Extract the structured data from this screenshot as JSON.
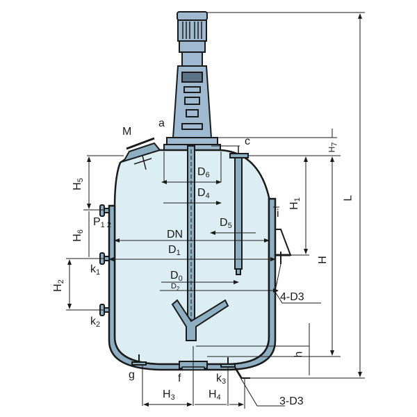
{
  "diagram": {
    "type": "engineering-drawing",
    "subject": "jacketed reactor vessel with agitator",
    "colors": {
      "vessel_fill": "#dceef3",
      "jacket_fill": "#8eaec2",
      "motor_fill": "#9fbad0",
      "line": "#1a1a1a",
      "background": "#ffffff"
    }
  },
  "labels": {
    "M": "M",
    "a": "a",
    "c": "c",
    "i": "i",
    "g": "g",
    "f": "f",
    "k1": {
      "base": "k",
      "sub": "1"
    },
    "k2": {
      "base": "k",
      "sub": "2"
    },
    "k3": {
      "base": "k",
      "sub": "3"
    },
    "P12": {
      "base": "P",
      "sub": "1 2"
    },
    "DN": "DN",
    "D1": {
      "base": "D",
      "sub": "1"
    },
    "D0": {
      "base": "D",
      "sub": "0"
    },
    "D2": {
      "base": "D",
      "sub": "2"
    },
    "D4": {
      "base": "D",
      "sub": "4"
    },
    "D5": {
      "base": "D",
      "sub": "5"
    },
    "D6": {
      "base": "D",
      "sub": "6"
    },
    "fourD3": "4-D3",
    "threeD3": "3-D3"
  },
  "dimensions": {
    "H": "H",
    "H1": {
      "base": "H",
      "sub": "1"
    },
    "H2": {
      "base": "H",
      "sub": "2"
    },
    "H3": {
      "base": "H",
      "sub": "3"
    },
    "H4": {
      "base": "H",
      "sub": "4"
    },
    "H5": {
      "base": "H",
      "sub": "5"
    },
    "H6": {
      "base": "H",
      "sub": "6"
    },
    "H7": {
      "base": "H",
      "sub": "7"
    },
    "h": "h",
    "L": "L"
  }
}
